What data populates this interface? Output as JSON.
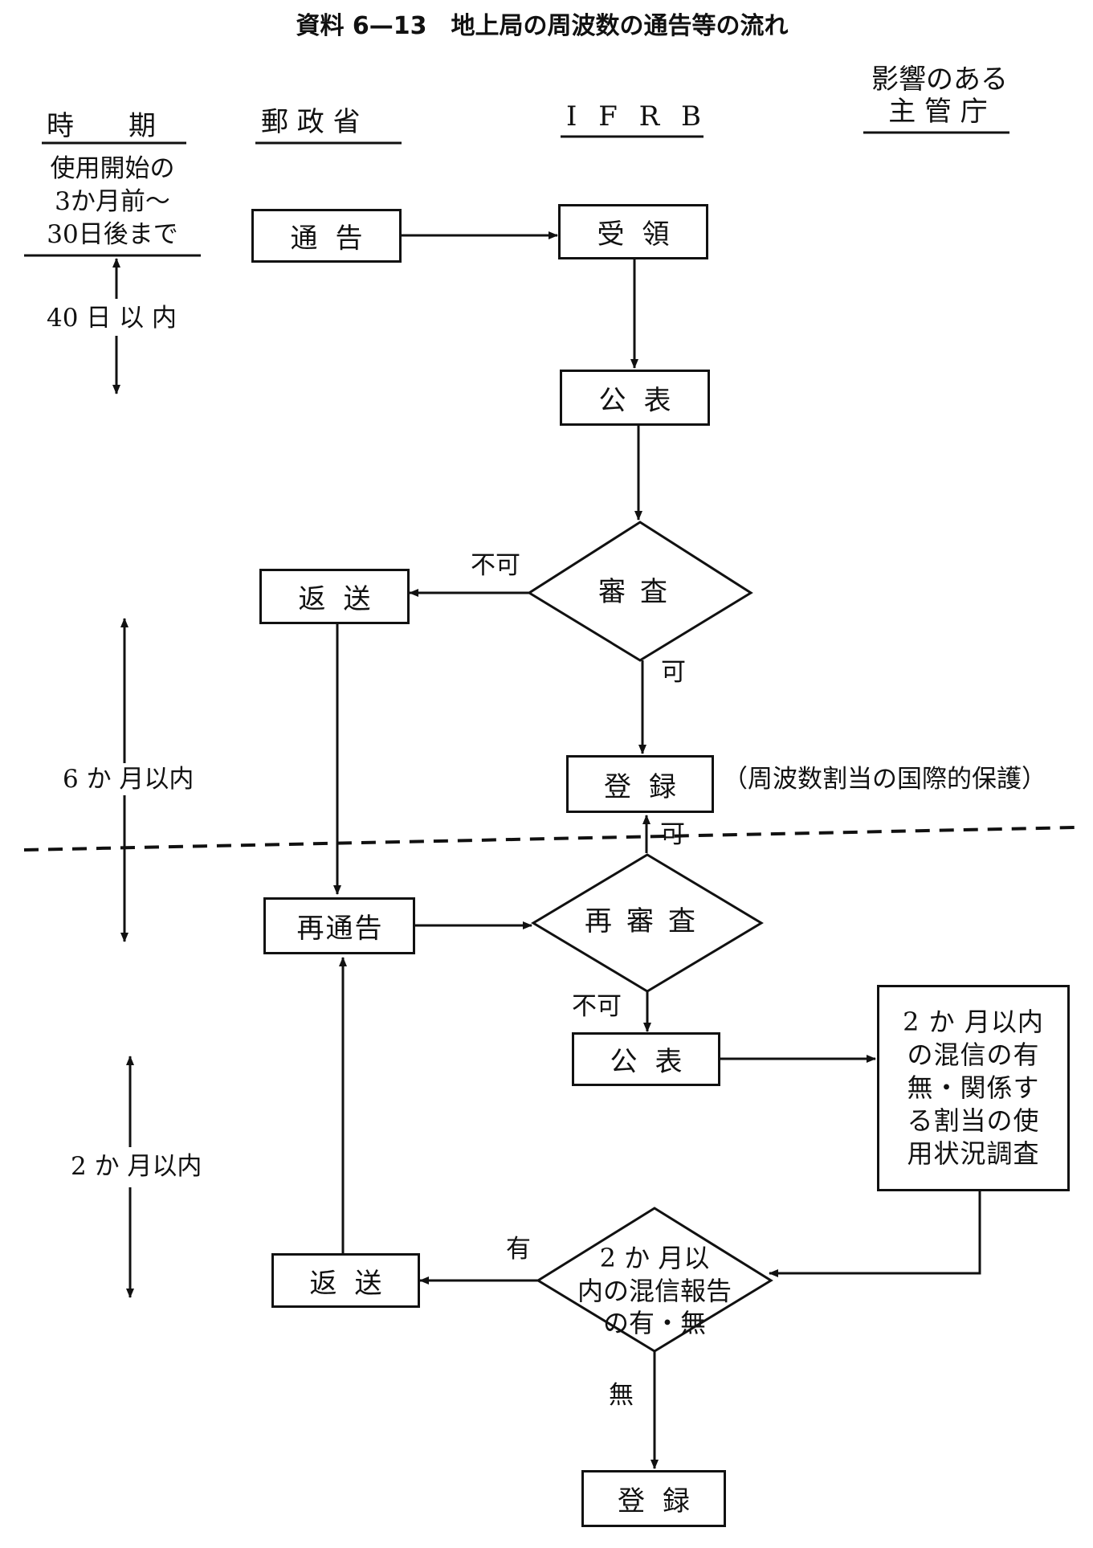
{
  "title": "資料 6—13　地上局の周波数の通告等の流れ",
  "headers": {
    "period": "時　　期",
    "ministry": "郵 政 省",
    "ifrb": "I F R B",
    "affected_line1": "影響のある",
    "affected_line2": "主 管 庁"
  },
  "period_note": [
    "使用開始の",
    "3か月前〜",
    "30日後まで"
  ],
  "durations": {
    "d40": "40 日 以 内",
    "m6": "6 か 月以内",
    "m2": "2 か 月以内"
  },
  "nodes": {
    "notify": "通告",
    "receive": "受領",
    "publish1": "公表",
    "examine": "審査",
    "return1": "返送",
    "register1": "登録",
    "register1_note": "（周波数割当の国際的保護）",
    "renotify": "再通告",
    "reexamine": "再審査",
    "publish2": "公表",
    "survey": [
      "2 か 月以内",
      "の混信の有",
      "無・関係す",
      "る割当の使",
      "用状況調査"
    ],
    "interference_check": [
      "2 か 月以",
      "内の混信報告",
      "の有・無"
    ],
    "return2": "返送",
    "register2": "登録"
  },
  "edge_labels": {
    "examine_ng": "不可",
    "examine_ok": "可",
    "reexamine_ok": "可",
    "reexamine_ng": "不可",
    "has": "有",
    "none": "無"
  }
}
